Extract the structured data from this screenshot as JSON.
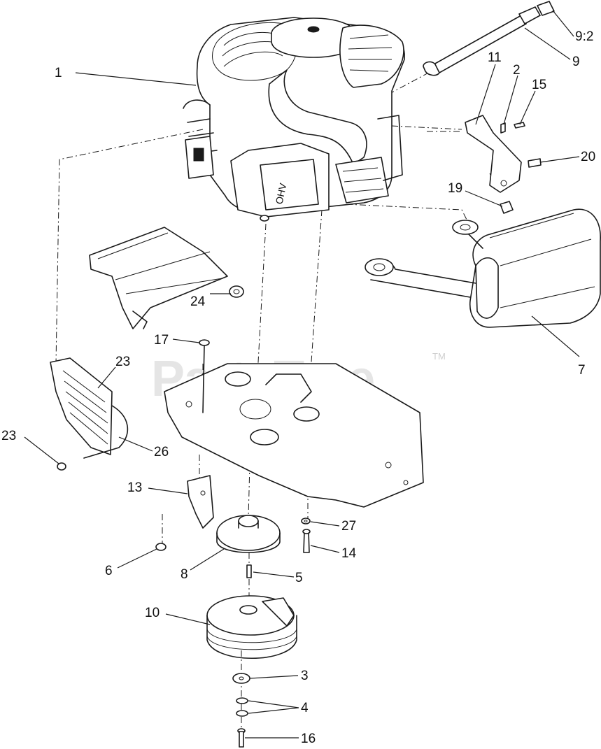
{
  "watermark": {
    "text": "PartsTree",
    "trademark": "TM"
  },
  "callouts": [
    {
      "id": "c1",
      "label": "1"
    },
    {
      "id": "c9-2",
      "label": "9:2"
    },
    {
      "id": "c9",
      "label": "9"
    },
    {
      "id": "c11",
      "label": "11"
    },
    {
      "id": "c2",
      "label": "2"
    },
    {
      "id": "c15",
      "label": "15"
    },
    {
      "id": "c20",
      "label": "20"
    },
    {
      "id": "c19",
      "label": "19"
    },
    {
      "id": "c7",
      "label": "7"
    },
    {
      "id": "c24",
      "label": "24"
    },
    {
      "id": "c17",
      "label": "17"
    },
    {
      "id": "c23a",
      "label": "23"
    },
    {
      "id": "c23b",
      "label": "23"
    },
    {
      "id": "c26",
      "label": "26"
    },
    {
      "id": "c13",
      "label": "13"
    },
    {
      "id": "c27",
      "label": "27"
    },
    {
      "id": "c14",
      "label": "14"
    },
    {
      "id": "c6",
      "label": "6"
    },
    {
      "id": "c8",
      "label": "8"
    },
    {
      "id": "c5",
      "label": "5"
    },
    {
      "id": "c10",
      "label": "10"
    },
    {
      "id": "c3",
      "label": "3"
    },
    {
      "id": "c4",
      "label": "4"
    },
    {
      "id": "c16",
      "label": "16"
    }
  ]
}
